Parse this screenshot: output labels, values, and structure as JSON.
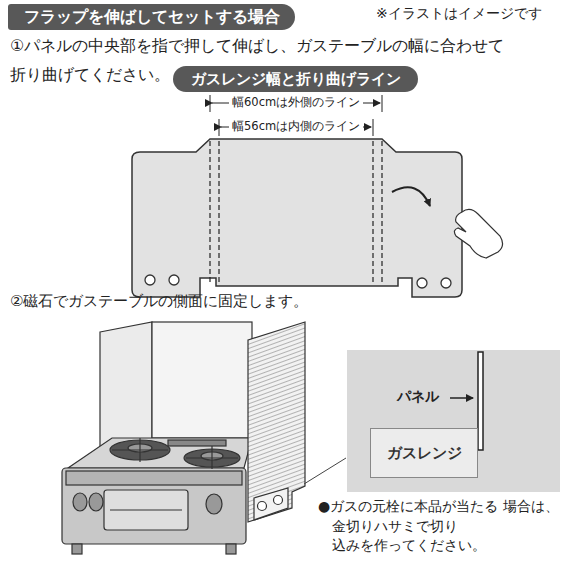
{
  "diagram": {
    "title": "フラップを伸ばしてセットする場合",
    "nodes": [
      {
        "text": [
          "フラップを伸ばしてセットする場合"
        ]
      },
      {
        "text": [
          "ガスレンジ幅と折り曲げライン"
        ]
      },
      {
        "text": [
          "パネル"
        ]
      },
      {
        "text": [
          "ガスレンジ"
        ],
        "in": 2
      }
    ],
    "labels": [
      "※イラストはイメージです",
      "①パネルの中央部を指で押して伸ばし、ガステーブルの幅に合わせて 折り曲げてください。",
      "幅60cmは外側のライン",
      "幅56cmは内側のライン",
      "②磁石でガステーブルの側面に固定します。",
      "●ガスの元栓に本品が当たる 場合は、金切りハサミで切り 込みを作ってください。"
    ]
  }
}
